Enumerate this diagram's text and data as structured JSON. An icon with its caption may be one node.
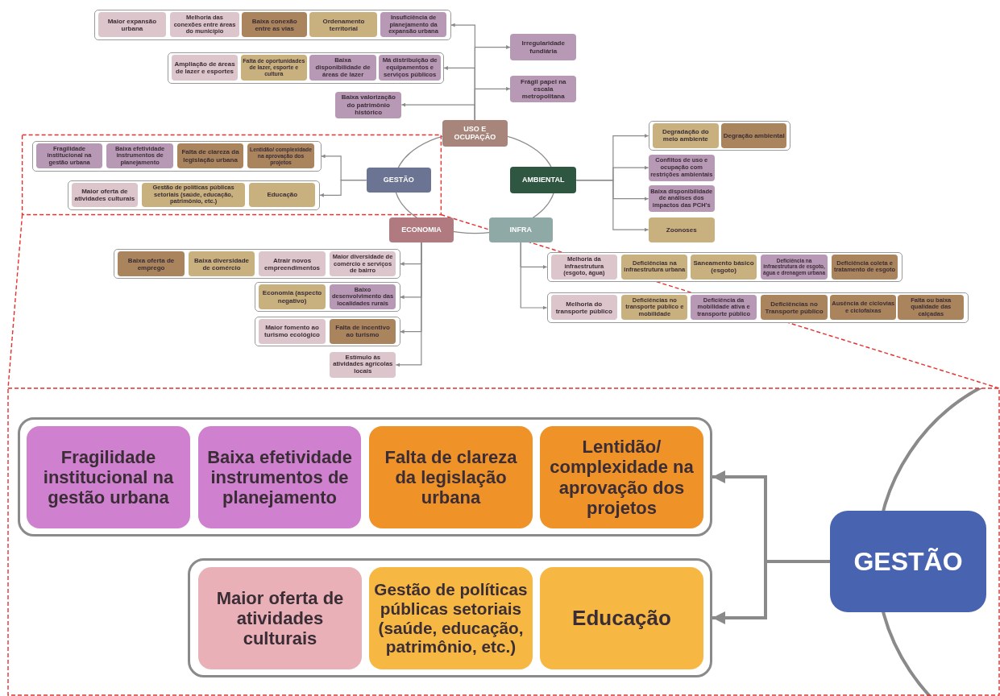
{
  "diagram": {
    "nodes": [
      {
        "text": [
          "USO E OCUPAÇÃO"
        ]
      },
      {
        "text": [],
        "shape": "box"
      },
      {
        "text": [
          "Maior expansão urbana"
        ],
        "in": 1
      },
      {
        "text": [
          "Melhoria das conexões entre áreas do município"
        ],
        "in": 1
      },
      {
        "text": [
          "Baixa conexão entre as vias"
        ],
        "in": 1
      },
      {
        "text": [
          "Ordenamento territorial"
        ],
        "in": 1
      },
      {
        "text": [
          "Insuficiência de planejamento da expansão urbana"
        ],
        "in": 1
      },
      {
        "text": [
          "Irregularidade fundiária"
        ]
      },
      {
        "text": [],
        "shape": "box"
      },
      {
        "text": [
          "Ampliação de áreas de lazer e esportes"
        ],
        "in": 8
      },
      {
        "text": [
          "Falta de oportunidades de lazer, esporte e cultura"
        ],
        "in": 8
      },
      {
        "text": [
          "Baixa disponibilidade de áreas de lazer"
        ],
        "in": 8
      },
      {
        "text": [
          "Má distribuição de equipamentos e serviços públicos"
        ],
        "in": 8
      },
      {
        "text": [
          "Frágil papel na escala metropolitana"
        ]
      },
      {
        "text": [
          "Baixa valorização do patrimônio histórico"
        ]
      },
      {
        "text": [
          "AMBIENTAL"
        ]
      },
      {
        "text": [],
        "shape": "box"
      },
      {
        "text": [
          "Degradação do meio ambiente"
        ],
        "in": 16
      },
      {
        "text": [
          "Degração ambiental"
        ],
        "in": 16
      },
      {
        "text": [
          "Conflitos de uso e ocupação com restrições ambientais"
        ]
      },
      {
        "text": [
          "Baixa disponibilidade de análises dos impactos das PCH's"
        ]
      },
      {
        "text": [
          "Zoonoses"
        ]
      },
      {
        "text": [
          "INFRA"
        ]
      },
      {
        "text": [],
        "shape": "box"
      },
      {
        "text": [
          "Melhoria da infraestrutura (esgoto, água)"
        ],
        "in": 23
      },
      {
        "text": [
          "Deficiências na infraestrutura urbana"
        ],
        "in": 23
      },
      {
        "text": [
          "Saneamento básico (esgoto)"
        ],
        "in": 23
      },
      {
        "text": [
          "Deficiência na infraestrutura de esgoto, água e drenagem urbana"
        ],
        "in": 23
      },
      {
        "text": [
          "Deficiência coleta e tratamento de esgoto"
        ],
        "in": 23
      },
      {
        "text": [],
        "shape": "box"
      },
      {
        "text": [
          "Melhoria do transporte público"
        ],
        "in": 29
      },
      {
        "text": [
          "Deficiências no transporte público e mobilidade"
        ],
        "in": 29
      },
      {
        "text": [
          "Deficiência da mobilidade ativa e transporte público"
        ],
        "in": 29
      },
      {
        "text": [
          "Deficiências no Transporte público"
        ],
        "in": 29
      },
      {
        "text": [
          "Ausência de ciclovias e ciclofaixas"
        ],
        "in": 29
      },
      {
        "text": [
          "Falta ou baixa qualidade das calçadas"
        ],
        "in": 29
      },
      {
        "text": [
          "ECONOMIA"
        ]
      },
      {
        "text": [],
        "shape": "box"
      },
      {
        "text": [
          "Baixa oferta de emprego"
        ],
        "in": 37
      },
      {
        "text": [
          "Baixa diversidade de comércio"
        ],
        "in": 37
      },
      {
        "text": [
          "Atrair novos empreendimentos"
        ],
        "in": 37
      },
      {
        "text": [
          "Maior diversidade de comércio e serviços de bairro"
        ],
        "in": 37
      },
      {
        "text": [],
        "shape": "box"
      },
      {
        "text": [
          "Economia (aspecto negativo)"
        ],
        "in": 42
      },
      {
        "text": [
          "Baixo desenvolvimento das localidades rurais"
        ],
        "in": 42
      },
      {
        "text": [],
        "shape": "box"
      },
      {
        "text": [
          "Maior fomento ao turismo ecológico"
        ],
        "in": 45
      },
      {
        "text": [
          "Falta de incentivo ao turismo"
        ],
        "in": 45
      },
      {
        "text": [
          "Estímulo às atividades agrícolas locais"
        ]
      },
      {
        "text": [
          "GESTÃO"
        ]
      },
      {
        "text": [],
        "shape": "box"
      },
      {
        "text": [
          "Fragilidade institucional na gestão urbana"
        ],
        "in": 50
      },
      {
        "text": [
          "Baixa efetividade instrumentos de planejamento"
        ],
        "in": 50
      },
      {
        "text": [
          "Falta de clareza da legislação urbana"
        ],
        "in": 50
      },
      {
        "text": [
          "Lentidão/ complexidade na aprovação dos projetos"
        ],
        "in": 50
      },
      {
        "text": [],
        "shape": "box"
      },
      {
        "text": [
          "Maior oferta de atividades culturais"
        ],
        "in": 55
      },
      {
        "text": [
          "Gestão de políticas públicas setoriais (saúde, educação, patrimônio, etc.)"
        ],
        "in": 55
      },
      {
        "text": [
          "Educação"
        ],
        "in": 55
      },
      {
        "text": [
          "GESTÃO"
        ]
      },
      {
        "text": [],
        "shape": "box"
      },
      {
        "text": [
          "Fragilidade institucional na gestão urbana"
        ],
        "in": 60
      },
      {
        "text": [
          "Baixa efetividade instrumentos de planejamento"
        ],
        "in": 60
      },
      {
        "text": [
          "Falta de clareza da legislação urbana"
        ],
        "in": 60
      },
      {
        "text": [
          "Lentidão/ complexidade na aprovação dos projetos"
        ],
        "in": 60
      },
      {
        "text": [],
        "shape": "box"
      },
      {
        "text": [
          "Maior oferta de atividades culturais"
        ],
        "in": 65
      },
      {
        "text": [
          "Gestão de políticas públicas setoriais (saúde, educação, patrimônio, etc.)"
        ],
        "in": 65
      },
      {
        "text": [
          "Educação"
        ],
        "in": 65
      }
    ],
    "edges": [
      {
        "from": 0,
        "to": 1,
        "arrow": "to"
      },
      {
        "from": 0,
        "to": 7,
        "arrow": "to"
      },
      {
        "from": 0,
        "to": 8,
        "arrow": "to"
      },
      {
        "from": 0,
        "to": 13,
        "arrow": "to"
      },
      {
        "from": 0,
        "to": 14,
        "arrow": "to"
      },
      {
        "from": 15,
        "to": 16,
        "arrow": "to"
      },
      {
        "from": 15,
        "to": 19,
        "arrow": "to"
      },
      {
        "from": 15,
        "to": 20,
        "arrow": "to"
      },
      {
        "from": 15,
        "to": 21,
        "arrow": "to"
      },
      {
        "from": 22,
        "to": 23,
        "arrow": "to"
      },
      {
        "from": 22,
        "to": 29,
        "arrow": "to"
      },
      {
        "from": 36,
        "to": 37,
        "arrow": "to"
      },
      {
        "from": 36,
        "to": 42,
        "arrow": "to"
      },
      {
        "from": 36,
        "to": 45,
        "arrow": "to"
      },
      {
        "from": 36,
        "to": 48,
        "arrow": "to"
      },
      {
        "from": 49,
        "to": 50,
        "arrow": "to"
      },
      {
        "from": 49,
        "to": 55,
        "arrow": "to"
      },
      {
        "from": 59,
        "to": 60,
        "arrow": "to",
        "style": "thick"
      },
      {
        "from": 59,
        "to": 65,
        "arrow": "to",
        "style": "thick"
      }
    ]
  }
}
